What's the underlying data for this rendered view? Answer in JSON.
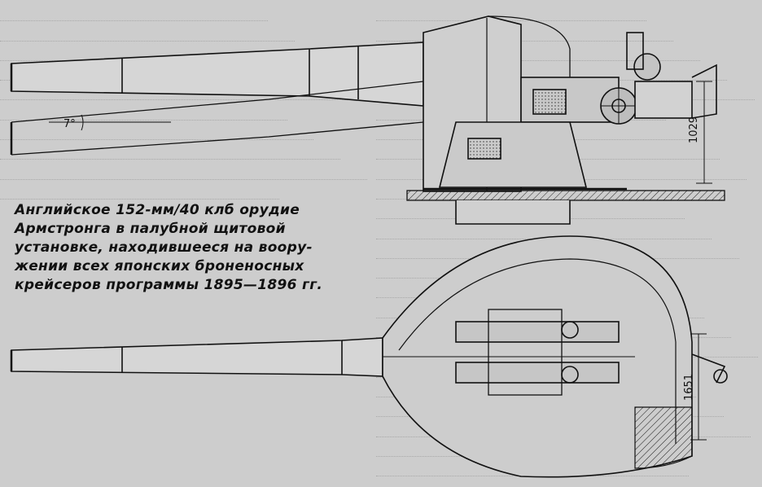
{
  "caption": {
    "lines": [
      "Английское 152-мм/40 клб орудие",
      "Армстронга в палубной щитовой",
      "установке, находившееся на воору-",
      "жении всех японских броненосных",
      "крейсеров программы 1895—1896 гг."
    ]
  },
  "dimensions": {
    "elevation_angle": "7°",
    "height_mm": "1029",
    "width_mm": "1651"
  }
}
